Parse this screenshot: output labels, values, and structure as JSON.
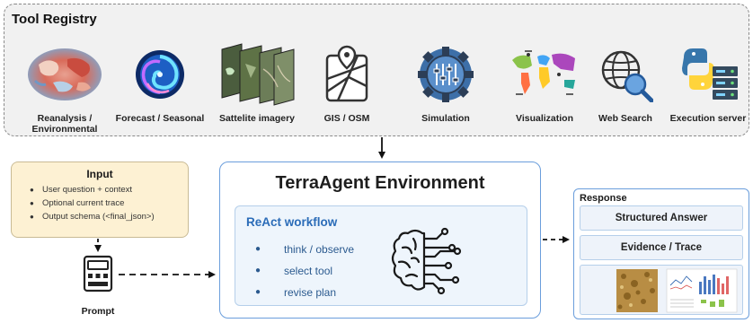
{
  "tool_registry": {
    "title": "Tool Registry",
    "tools": [
      {
        "label": "Reanalysis /\nEnvironmental",
        "icon": "climate-map-icon"
      },
      {
        "label": "Forecast / Seasonal",
        "icon": "cyclone-icon"
      },
      {
        "label": "Sattelite imagery",
        "icon": "satellite-imagery-icon"
      },
      {
        "label": "GIS / OSM",
        "icon": "gis-map-icon"
      },
      {
        "label": "Simulation",
        "icon": "simulation-gear-icon"
      },
      {
        "label": "Visualization",
        "icon": "world-map-icon"
      },
      {
        "label": "Web Search",
        "icon": "globe-search-icon"
      },
      {
        "label": "Execution server",
        "icon": "python-server-icon"
      }
    ]
  },
  "input": {
    "title": "Input",
    "items": [
      "User question + context",
      "Optional current trace",
      "Output schema (<final_json>)"
    ]
  },
  "prompt": {
    "label": "Prompt",
    "icon": "prompt-device-icon"
  },
  "environment": {
    "title": "TerraAgent Environment",
    "workflow": {
      "title": "ReAct workflow",
      "steps": [
        "think / observe",
        "select tool",
        "revise plan"
      ]
    },
    "icon": "brain-circuit-icon"
  },
  "response": {
    "title": "Response",
    "items": [
      "Structured Answer",
      "Evidence / Trace"
    ]
  },
  "colors": {
    "accent_blue": "#2b6cb8",
    "border_blue": "#6b9edc",
    "input_fill": "#fdf1d3",
    "registry_fill": "#f1f1f1"
  }
}
